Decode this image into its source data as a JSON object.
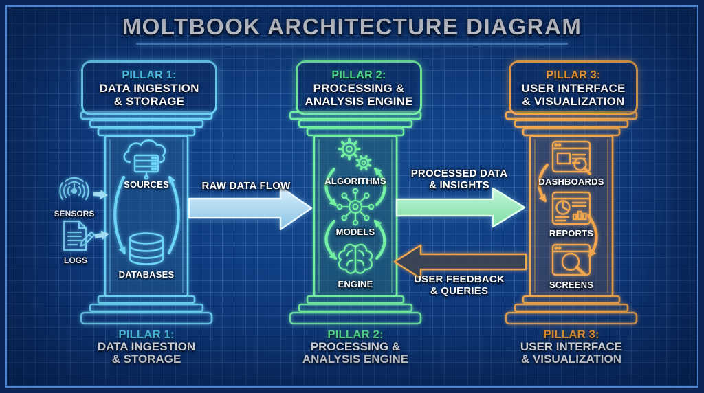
{
  "title": "MOLTBOOK ARCHITECTURE DIAGRAM",
  "colors": {
    "pillar1_accent": "#54cdf6",
    "pillar2_accent": "#5fee9a",
    "pillar3_accent": "#f5a139",
    "raw_flow_fill": "#a9d9f0",
    "processed_flow_fill": "#93e8b4",
    "feedback_flow_outline": "#f3a94f",
    "background": "#0f3a7e",
    "frame": "#0a2456",
    "title_underline": "#4f8fd6"
  },
  "inputs": [
    {
      "label": "SENSORS",
      "icon": "sensor-waves-icon"
    },
    {
      "label": "LOGS",
      "icon": "log-document-icon"
    }
  ],
  "pillars": [
    {
      "header_label": "PILLAR 1:",
      "header_line1": "DATA INGESTION",
      "header_line2": "& STORAGE",
      "footer_label": "PILLAR 1:",
      "footer_line1": "DATA INGESTION",
      "footer_line2": "& STORAGE",
      "items": [
        {
          "label": "SOURCES",
          "icon": "cloud-server-icon"
        },
        {
          "label": "DATABASES",
          "icon": "database-icon"
        }
      ]
    },
    {
      "header_label": "PILLAR 2:",
      "header_line1": "PROCESSING &",
      "header_line2": "ANALYSIS ENGINE",
      "footer_label": "PILLAR 2:",
      "footer_line1": "PROCESSING &",
      "footer_line2": "ANALYSIS ENGINE",
      "items": [
        {
          "label": "ALGORITHMS",
          "icon": "gears-icon"
        },
        {
          "label": "MODELS",
          "icon": "network-nodes-icon"
        },
        {
          "label": "ENGINE",
          "icon": "brain-icon"
        }
      ]
    },
    {
      "header_label": "PILLAR 3:",
      "header_line1": "USER INTERFACE",
      "header_line2": "& VISUALIZATION",
      "footer_label": "PILLAR 3:",
      "footer_line1": "USER INTERFACE",
      "footer_line2": "& VISUALIZATION",
      "items": [
        {
          "label": "DASHBOARDS",
          "icon": "dashboard-window-icon"
        },
        {
          "label": "REPORTS",
          "icon": "report-chart-icon"
        },
        {
          "label": "SCREENS",
          "icon": "screen-magnifier-icon"
        }
      ]
    }
  ],
  "flows": [
    {
      "line1": "RAW DATA FLOW",
      "line2": "",
      "direction": "right"
    },
    {
      "line1": "PROCESSED DATA",
      "line2": "& INSIGHTS",
      "direction": "right"
    },
    {
      "line1": "USER FEEDBACK",
      "line2": "& QUERIES",
      "direction": "left"
    }
  ]
}
